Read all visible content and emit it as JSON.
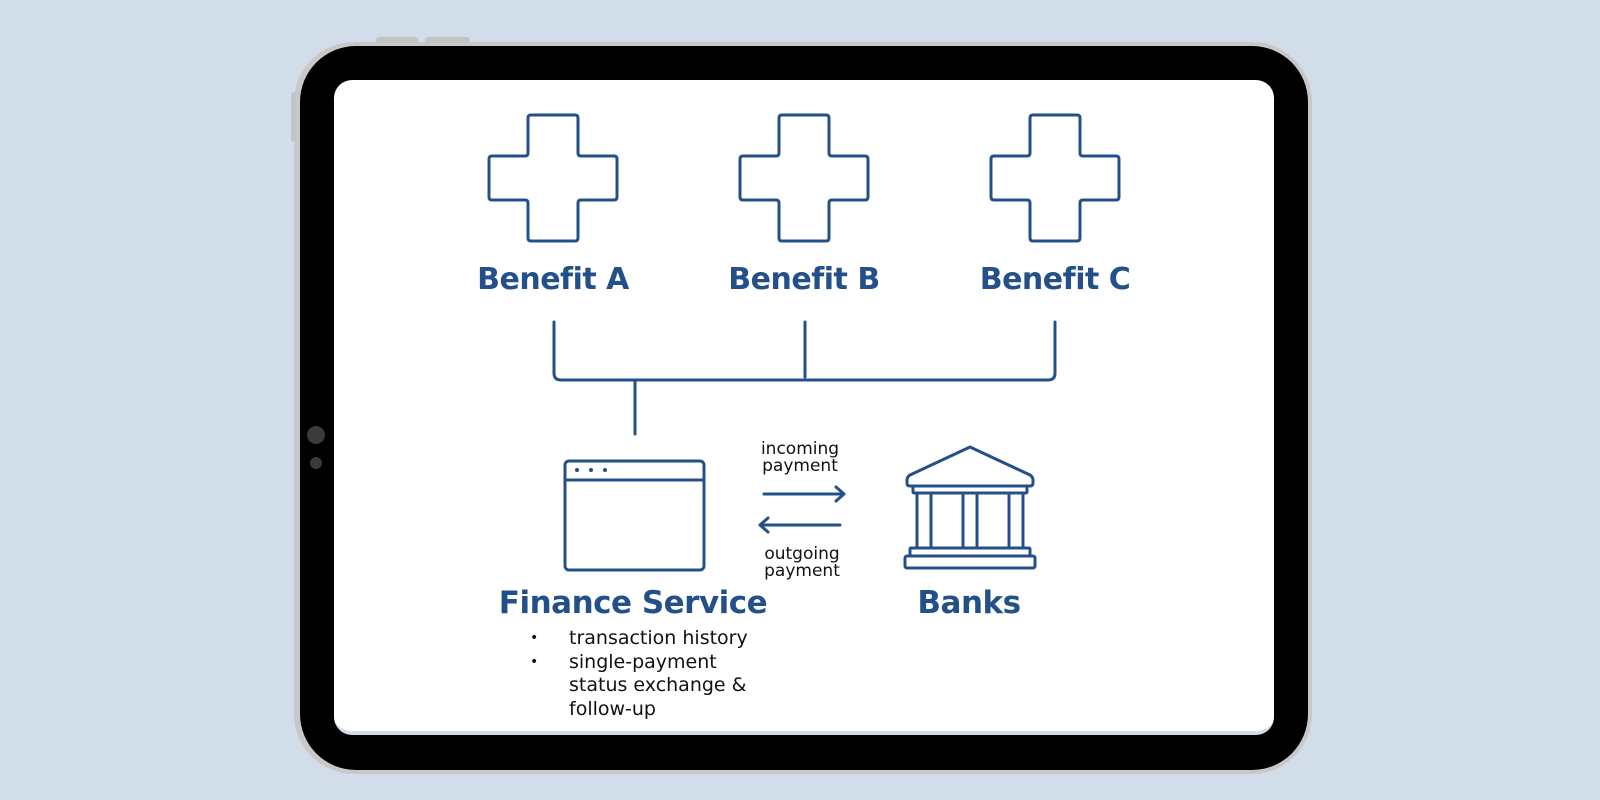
{
  "device": {
    "type": "tablet",
    "frame_color": "#000000",
    "screen_color": "#ffffff",
    "background_color": "#d1dee9"
  },
  "colors": {
    "accent": "#245089",
    "text": "#111111"
  },
  "benefits": [
    {
      "label": "Benefit A",
      "icon": "plus-cross-icon"
    },
    {
      "label": "Benefit B",
      "icon": "plus-cross-icon"
    },
    {
      "label": "Benefit C",
      "icon": "plus-cross-icon"
    }
  ],
  "finance_service": {
    "label": "Finance Service",
    "icon": "browser-window-icon",
    "features": [
      "transaction history",
      "single-payment\nstatus exchange &\nfollow-up"
    ]
  },
  "banks": {
    "label": "Banks",
    "icon": "bank-building-icon"
  },
  "flows": {
    "incoming": {
      "label_line1": "incoming",
      "label_line2": "payment",
      "direction": "right"
    },
    "outgoing": {
      "label_line1": "outgoing",
      "label_line2": "payment",
      "direction": "left"
    }
  },
  "bullet_symbol": "•"
}
